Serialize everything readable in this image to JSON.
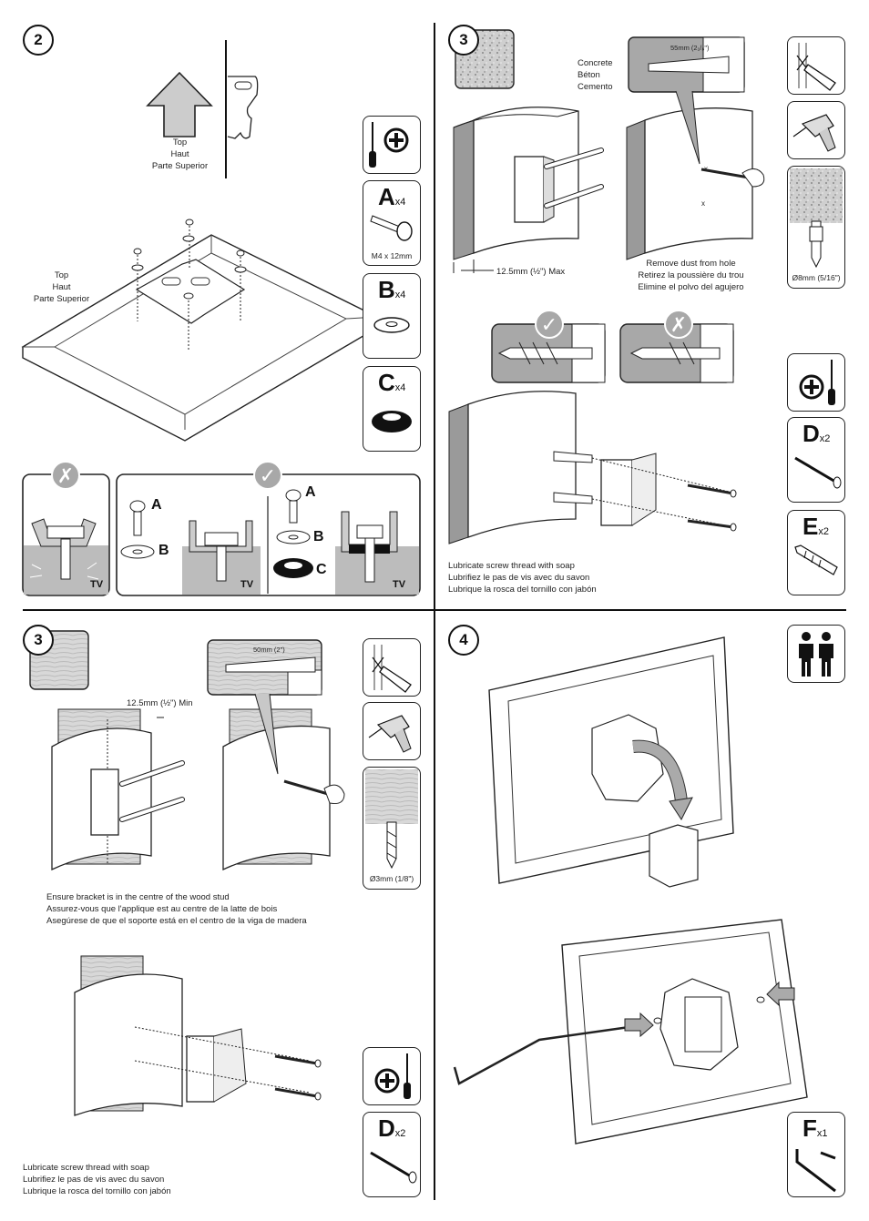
{
  "steps": {
    "s2": "2",
    "s3a": "3",
    "s3b": "3",
    "s4": "4"
  },
  "panel2": {
    "top_label_1": [
      "Top",
      "Haut",
      "Parte Superior"
    ],
    "top_label_2": [
      "Top",
      "Haut",
      "Parte Superior"
    ],
    "tv_label": "TV",
    "label_a": "A",
    "label_b": "B",
    "label_c": "C"
  },
  "parts": {
    "a": {
      "letter": "A",
      "qty": "x4",
      "spec": "M4 x 12mm"
    },
    "b": {
      "letter": "B",
      "qty": "x4"
    },
    "c": {
      "letter": "C",
      "qty": "x4"
    },
    "d": {
      "letter": "D",
      "qty": "x2"
    },
    "e": {
      "letter": "E",
      "qty": "x2"
    },
    "f": {
      "letter": "F",
      "qty": "x1"
    }
  },
  "concrete": {
    "material": [
      "Concrete",
      "Béton",
      "Cemento"
    ],
    "depth": "55mm (2₁/₈\")",
    "max": "12.5mm (½\") Max",
    "dust": [
      "Remove dust from hole",
      "Retirez la poussière du trou",
      "Elimine el polvo del agujero"
    ],
    "drill_bit": "Ø8mm (5/16\")",
    "lubricate": [
      "Lubricate screw  thread with soap",
      "Lubrifiez le pas de vis avec du savon",
      "Lubrique la rosca del tornillo con jabón"
    ]
  },
  "wood": {
    "min": "12.5mm (½\") Min",
    "depth": "50mm (2\")",
    "drill_bit": "Ø3mm (1/8\")",
    "center": [
      "Ensure bracket is in the centre of the wood stud",
      "Assurez-vous que l'applique est au centre de la latte de bois",
      "Asegúrese de que el soporte está en el centro de la viga de madera"
    ],
    "lubricate": [
      "Lubricate screw  thread with soap",
      "Lubrifiez le pas de vis avec du savon",
      "Lubrique la rosca del tornillo con jabón"
    ]
  }
}
